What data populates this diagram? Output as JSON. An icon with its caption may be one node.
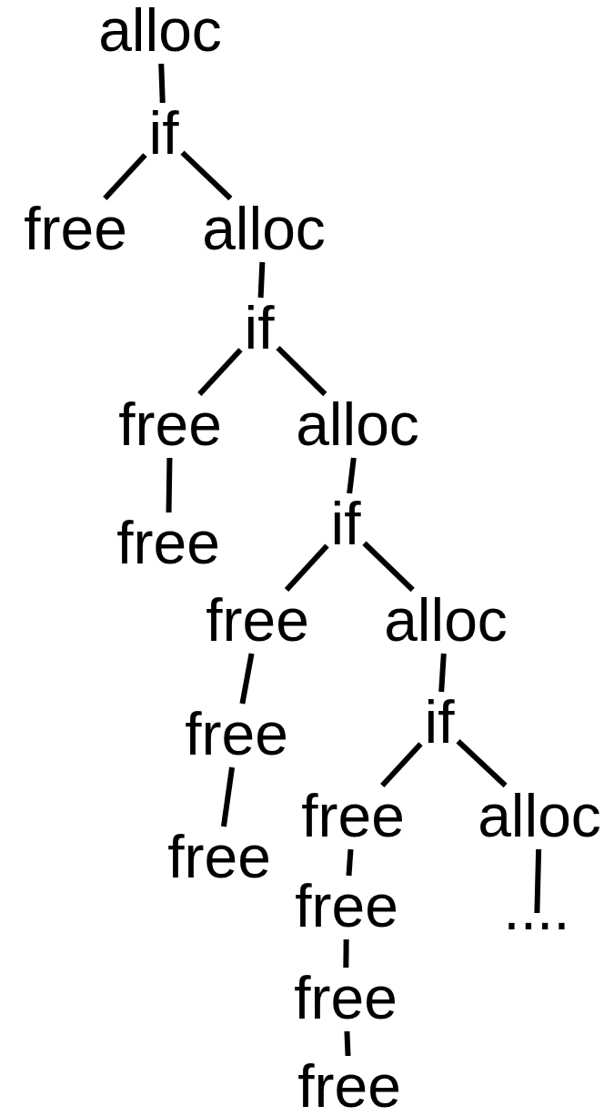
{
  "diagram": {
    "nodes": [
      {
        "text": [
          "alloc"
        ]
      },
      {
        "text": [
          "if"
        ]
      },
      {
        "text": [
          "free"
        ]
      },
      {
        "text": [
          "alloc"
        ]
      },
      {
        "text": [
          "if"
        ]
      },
      {
        "text": [
          "free"
        ]
      },
      {
        "text": [
          "alloc"
        ]
      },
      {
        "text": [
          "if"
        ]
      },
      {
        "text": [
          "free"
        ]
      },
      {
        "text": [
          "free"
        ]
      },
      {
        "text": [
          "alloc"
        ]
      },
      {
        "text": [
          "if"
        ]
      },
      {
        "text": [
          "free"
        ]
      },
      {
        "text": [
          "free"
        ]
      },
      {
        "text": [
          "alloc"
        ]
      },
      {
        "text": [
          "free"
        ]
      },
      {
        "text": [
          "free"
        ]
      },
      {
        "text": [
          "...."
        ]
      },
      {
        "text": [
          "free"
        ]
      },
      {
        "text": [
          "free"
        ]
      }
    ],
    "edges": [
      {
        "from": 0,
        "to": 1,
        "arrow": "none"
      },
      {
        "from": 1,
        "to": 2,
        "arrow": "none"
      },
      {
        "from": 1,
        "to": 3,
        "arrow": "none"
      },
      {
        "from": 3,
        "to": 4,
        "arrow": "none"
      },
      {
        "from": 4,
        "to": 5,
        "arrow": "none"
      },
      {
        "from": 4,
        "to": 6,
        "arrow": "none"
      },
      {
        "from": 5,
        "to": 8,
        "arrow": "none"
      },
      {
        "from": 6,
        "to": 7,
        "arrow": "none"
      },
      {
        "from": 7,
        "to": 9,
        "arrow": "none"
      },
      {
        "from": 7,
        "to": 10,
        "arrow": "none"
      },
      {
        "from": 9,
        "to": 12,
        "arrow": "none"
      },
      {
        "from": 10,
        "to": 11,
        "arrow": "none"
      },
      {
        "from": 11,
        "to": 13,
        "arrow": "none"
      },
      {
        "from": 11,
        "to": 14,
        "arrow": "none"
      },
      {
        "from": 12,
        "to": 15,
        "arrow": "none"
      },
      {
        "from": 13,
        "to": 16,
        "arrow": "none"
      },
      {
        "from": 14,
        "to": 17,
        "arrow": "none"
      },
      {
        "from": 16,
        "to": 18,
        "arrow": "none"
      },
      {
        "from": 18,
        "to": 19,
        "arrow": "none"
      }
    ]
  }
}
